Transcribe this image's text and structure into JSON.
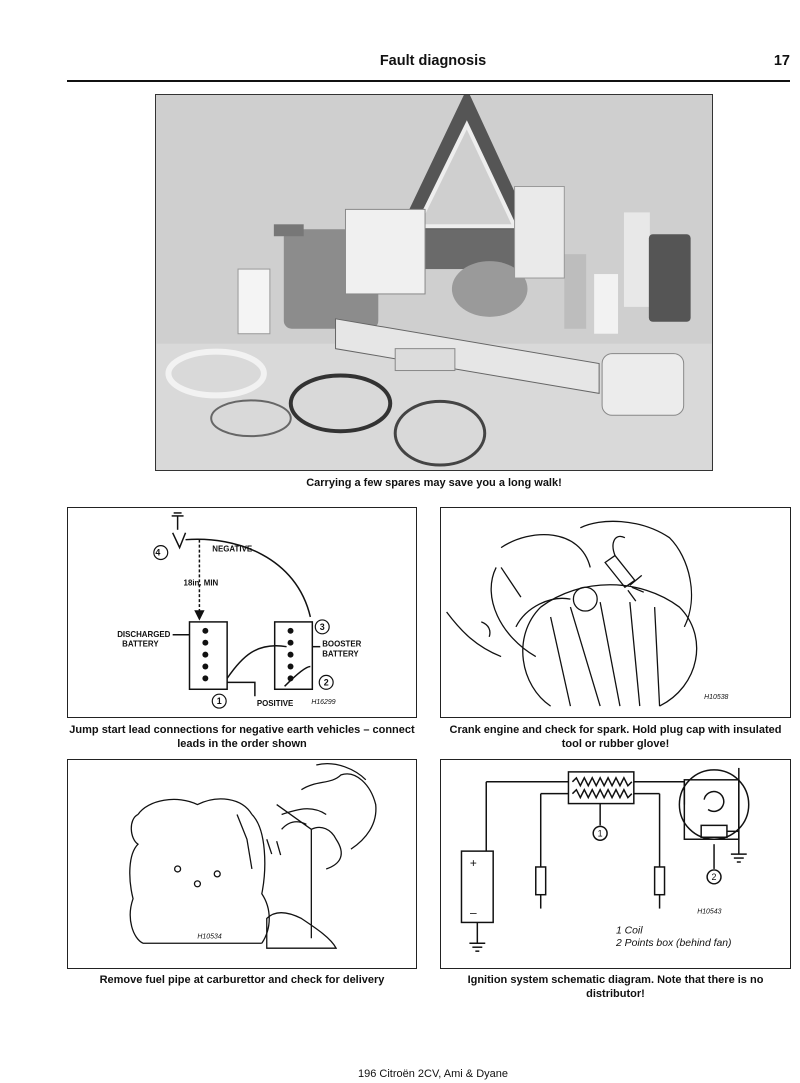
{
  "header": {
    "title": "Fault diagnosis",
    "page_number": "17"
  },
  "photo": {
    "caption": "Carrying a few spares may save you a long walk!"
  },
  "figures": [
    {
      "caption": "Jump start lead connections for negative earth vehicles – connect leads in the order shown",
      "labels": {
        "negative": "NEGATIVE",
        "min": "18in. MIN",
        "discharged_1": "DISCHARGED",
        "discharged_2": "BATTERY",
        "booster_1": "BOOSTER",
        "booster_2": "BATTERY",
        "positive": "POSITIVE",
        "ref": "H16299",
        "n1": "1",
        "n2": "2",
        "n3": "3",
        "n4": "4"
      }
    },
    {
      "caption": "Crank engine and check for spark. Hold plug cap with insulated tool or rubber glove!",
      "labels": {
        "ref": "H10538"
      }
    },
    {
      "caption": "Remove fuel pipe at carburettor and check for delivery",
      "labels": {
        "ref": "H10534"
      }
    },
    {
      "caption": "Ignition system schematic diagram. Note that there is no distributor!",
      "labels": {
        "ref": "H10543",
        "n1": "1",
        "n2": "2",
        "plus": "+",
        "minus": "–",
        "legend_1": "1   Coil",
        "legend_2": "2   Points box (behind fan)"
      }
    }
  ],
  "footer": {
    "text": "196 Citroën 2CV, Ami & Dyane"
  }
}
